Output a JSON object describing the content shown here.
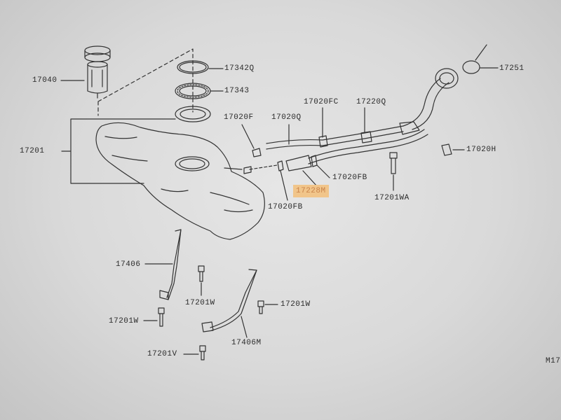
{
  "diagram": {
    "labels": {
      "l17040": "17040",
      "l17342q": "17342Q",
      "l17343": "17343",
      "l17201": "17201",
      "l17020f": "17020F",
      "l17020q": "17020Q",
      "l17020fc": "17020FC",
      "l17220q": "17220Q",
      "l17251": "17251",
      "l17020h": "17020H",
      "l17020fb_right": "17020FB",
      "l17228m": "17228M",
      "l17201wa": "17201WA",
      "l17020fb_bottom": "17020FB",
      "l17406": "17406",
      "l17201w_a": "17201W",
      "l17201w_b": "17201W",
      "l17201w_c": "17201W",
      "l17406m": "17406M",
      "l17201v": "17201V",
      "page_code": "M17"
    },
    "highlight_color": "#f1c58a",
    "highlighted_part": "17228M"
  }
}
